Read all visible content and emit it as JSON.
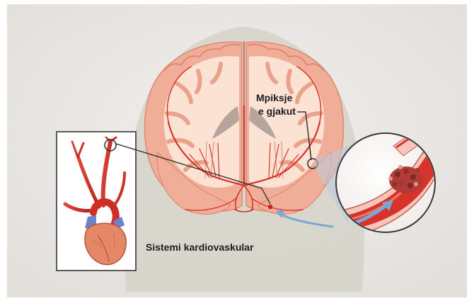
{
  "labels": {
    "blood_clot_line1": "Mpiksje",
    "blood_clot_line2": "e gjakut",
    "cardiovascular_system": "Sistemi kardiovaskular"
  },
  "colors": {
    "background": "#e9e6e3",
    "head_silhouette": "#d5d3c9",
    "brain_gray_matter": "#f1b39f",
    "brain_white_matter": "#fbe4d6",
    "artery_red": "#d8332b",
    "vein_blue": "#6f82c8",
    "heart_muscle": "#e48867",
    "flow_arrow": "#7aa6d6",
    "inset_frame": "#2a2a2a"
  }
}
